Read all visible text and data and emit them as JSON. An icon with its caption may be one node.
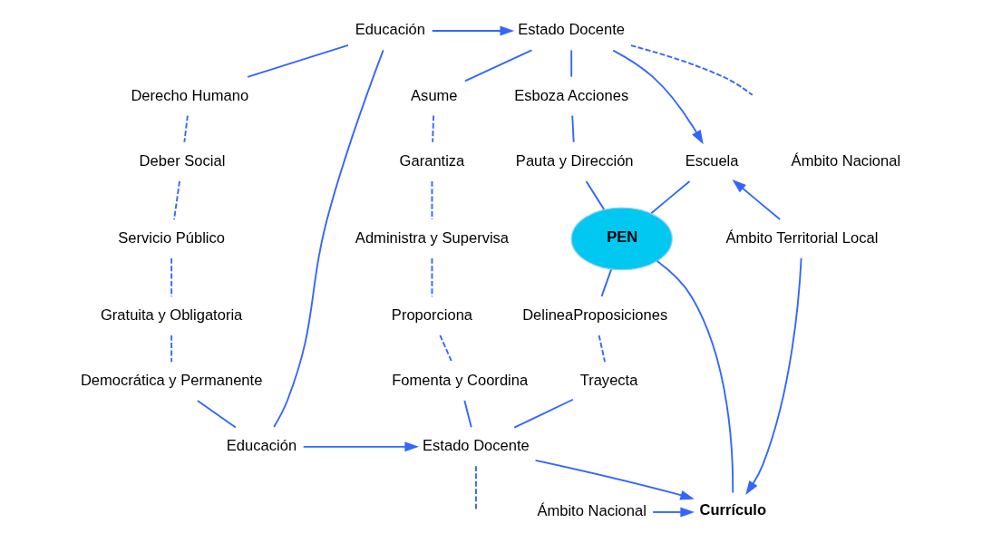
{
  "diagram": {
    "nodes": [
      {
        "text": [
          "Educación"
        ]
      },
      {
        "text": [
          "Estado Docente"
        ]
      },
      {
        "text": [
          "Derecho Humano"
        ]
      },
      {
        "text": [
          "Deber Social"
        ]
      },
      {
        "text": [
          "Servicio Público"
        ]
      },
      {
        "text": [
          "Gratuita y Obligatoria"
        ]
      },
      {
        "text": [
          "Democrática y Permanente"
        ]
      },
      {
        "text": [
          "Educación"
        ]
      },
      {
        "text": [
          "Asume"
        ]
      },
      {
        "text": [
          "Garantiza"
        ]
      },
      {
        "text": [
          "Administra y Supervisa"
        ]
      },
      {
        "text": [
          "Proporciona"
        ]
      },
      {
        "text": [
          "Fomenta y Coordina"
        ]
      },
      {
        "text": [
          "Estado Docente"
        ]
      },
      {
        "text": [
          "Esboza Acciones"
        ]
      },
      {
        "text": [
          "Pauta y Dirección"
        ]
      },
      {
        "text": [
          "PEN"
        ]
      },
      {
        "text": [
          "DelineaProposiciones"
        ]
      },
      {
        "text": [
          "Trayecta"
        ]
      },
      {
        "text": [
          "Escuela"
        ]
      },
      {
        "text": [
          "Ámbito Territorial Local"
        ]
      },
      {
        "text": [
          "Currículo"
        ]
      },
      {
        "text": [
          "Ámbito Nacional"
        ]
      }
    ],
    "edges": [
      {
        "from": 0,
        "to": 1,
        "arrow": "to"
      },
      {
        "from": 0,
        "to": 7,
        "arrow": "none"
      },
      {
        "from": 0,
        "to": 2,
        "arrow": "none"
      },
      {
        "from": 2,
        "to": 3,
        "arrow": "none",
        "style": "dashed"
      },
      {
        "from": 3,
        "to": 4,
        "arrow": "none",
        "style": "dashed"
      },
      {
        "from": 4,
        "to": 5,
        "arrow": "none",
        "style": "dashed"
      },
      {
        "from": 5,
        "to": 6,
        "arrow": "none",
        "style": "dashed"
      },
      {
        "from": 6,
        "to": 7,
        "arrow": "none"
      },
      {
        "from": 7,
        "to": 13,
        "arrow": "to"
      },
      {
        "from": 1,
        "to": 8,
        "arrow": "none"
      },
      {
        "from": 8,
        "to": 9,
        "arrow": "none",
        "style": "dashed"
      },
      {
        "from": 9,
        "to": 10,
        "arrow": "none",
        "style": "dashed"
      },
      {
        "from": 10,
        "to": 11,
        "arrow": "none",
        "style": "dashed"
      },
      {
        "from": 11,
        "to": 12,
        "arrow": "none",
        "style": "dashed"
      },
      {
        "from": 12,
        "to": 13,
        "arrow": "none"
      },
      {
        "from": 1,
        "to": 19,
        "arrow": "to"
      },
      {
        "from": 1,
        "to": null,
        "arrow": "none",
        "style": "dashed"
      },
      {
        "from": 1,
        "to": 14,
        "arrow": "none"
      },
      {
        "from": 14,
        "to": 15,
        "arrow": "none"
      },
      {
        "from": 15,
        "to": 16,
        "arrow": "none"
      },
      {
        "from": 16,
        "to": 19,
        "arrow": "none"
      },
      {
        "from": 16,
        "to": 17,
        "arrow": "none"
      },
      {
        "from": 17,
        "to": 18,
        "arrow": "none",
        "style": "dashed"
      },
      {
        "from": 18,
        "to": 13,
        "arrow": "none"
      },
      {
        "from": 16,
        "to": 21,
        "arrow": "none"
      },
      {
        "from": 20,
        "to": 19,
        "arrow": "to"
      },
      {
        "from": 20,
        "to": 21,
        "arrow": "to"
      },
      {
        "from": 22,
        "to": 21,
        "arrow": "to"
      },
      {
        "from": 13,
        "to": 21,
        "arrow": "to"
      },
      {
        "from": 13,
        "to": null,
        "arrow": "none",
        "style": "dashed"
      }
    ],
    "labels": [
      "Ámbito Nacional"
    ]
  }
}
